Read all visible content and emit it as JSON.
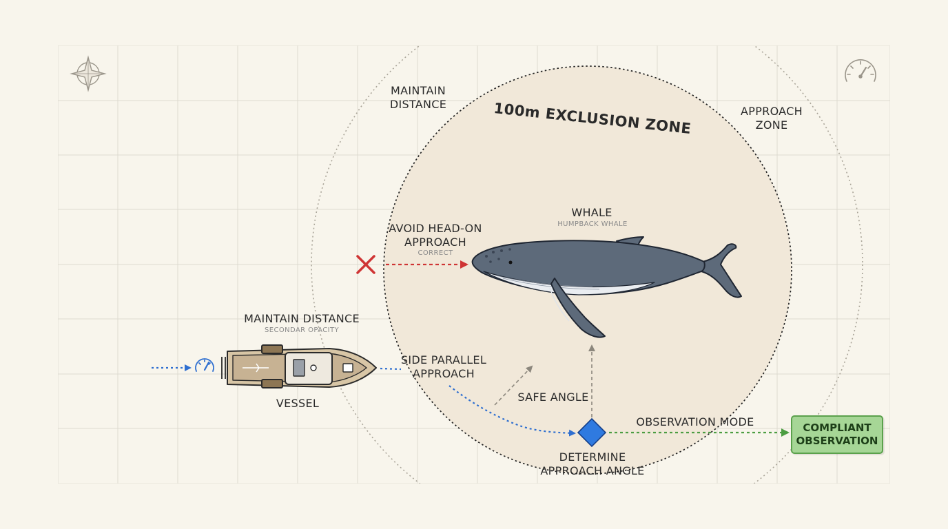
{
  "zone": {
    "title": "100m EXCLUSION ZONE"
  },
  "labels": {
    "maintain_distance_top_1": "MAINTAIN",
    "maintain_distance_top_2": "DISTANCE",
    "approach_zone_1": "APPROACH",
    "approach_zone_2": "ZONE",
    "whale": "WHALE",
    "whale_sub": "HUMPBACK WHALE",
    "avoid_1": "AVOID HEAD-ON",
    "avoid_2": "APPROACH",
    "avoid_sub": "CORRECT",
    "maintain_distance": "MAINTAIN DISTANCE",
    "maintain_sub": "SECONDAR OPACITY",
    "vessel": "VESSEL",
    "side_1": "SIDE PARALLEL",
    "side_2": "APPROACH",
    "safe_angle": "SAFE ANGLE",
    "observation_mode": "OBSERVATION MODE",
    "determine_1": "DETERMINE",
    "determine_2": "APPROACH ANGLE"
  },
  "result": {
    "line1": "COMPLIANT",
    "line2": "OBSERVATION"
  },
  "icons": [
    "compass-icon",
    "gauge-icon",
    "speed-icon",
    "cross-icon",
    "decision-diamond-icon"
  ],
  "colors": {
    "background": "#f8f5ec",
    "zone_fill": "#f1e8d9",
    "blue_path": "#2f6fd0",
    "red_path": "#cf3434",
    "green_path": "#4c9d41",
    "whale": "#5d6a7a",
    "vessel": "#d8c6a6"
  }
}
